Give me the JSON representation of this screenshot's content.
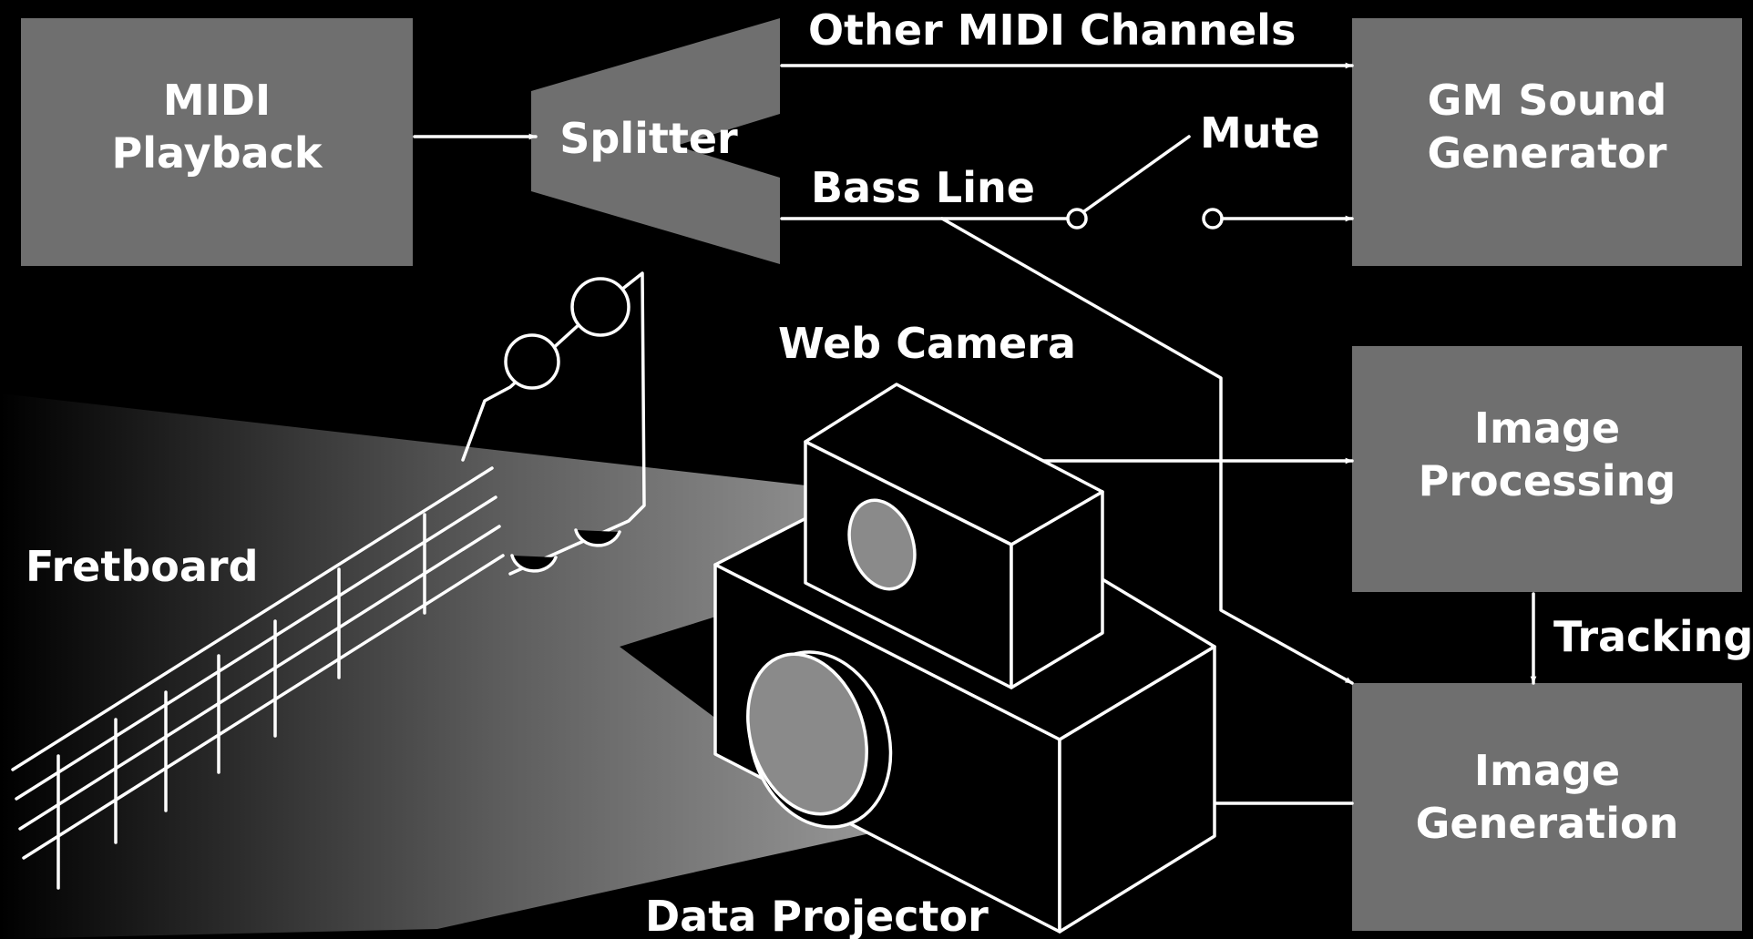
{
  "colors": {
    "background": "#000000",
    "box_fill": "#6f6f6f",
    "line": "#ffffff",
    "text": "#ffffff"
  },
  "boxes": {
    "midi_playback": [
      "MIDI",
      "Playback"
    ],
    "splitter": "Splitter",
    "gm_sound_generator": [
      "GM Sound",
      "Generator"
    ],
    "image_processing": [
      "Image",
      "Processing"
    ],
    "image_generation": [
      "Image",
      "Generation"
    ]
  },
  "labels": {
    "other_midi_channels": "Other MIDI Channels",
    "bass_line": "Bass Line",
    "mute": "Mute",
    "web_camera": "Web Camera",
    "tracking": "Tracking",
    "fretboard": "Fretboard",
    "data_projector": "Data Projector"
  },
  "icons": {
    "switch": "mute-switch-icon",
    "camera": "web-camera-icon",
    "projector": "data-projector-icon",
    "guitar": "bass-guitar-neck-icon"
  }
}
